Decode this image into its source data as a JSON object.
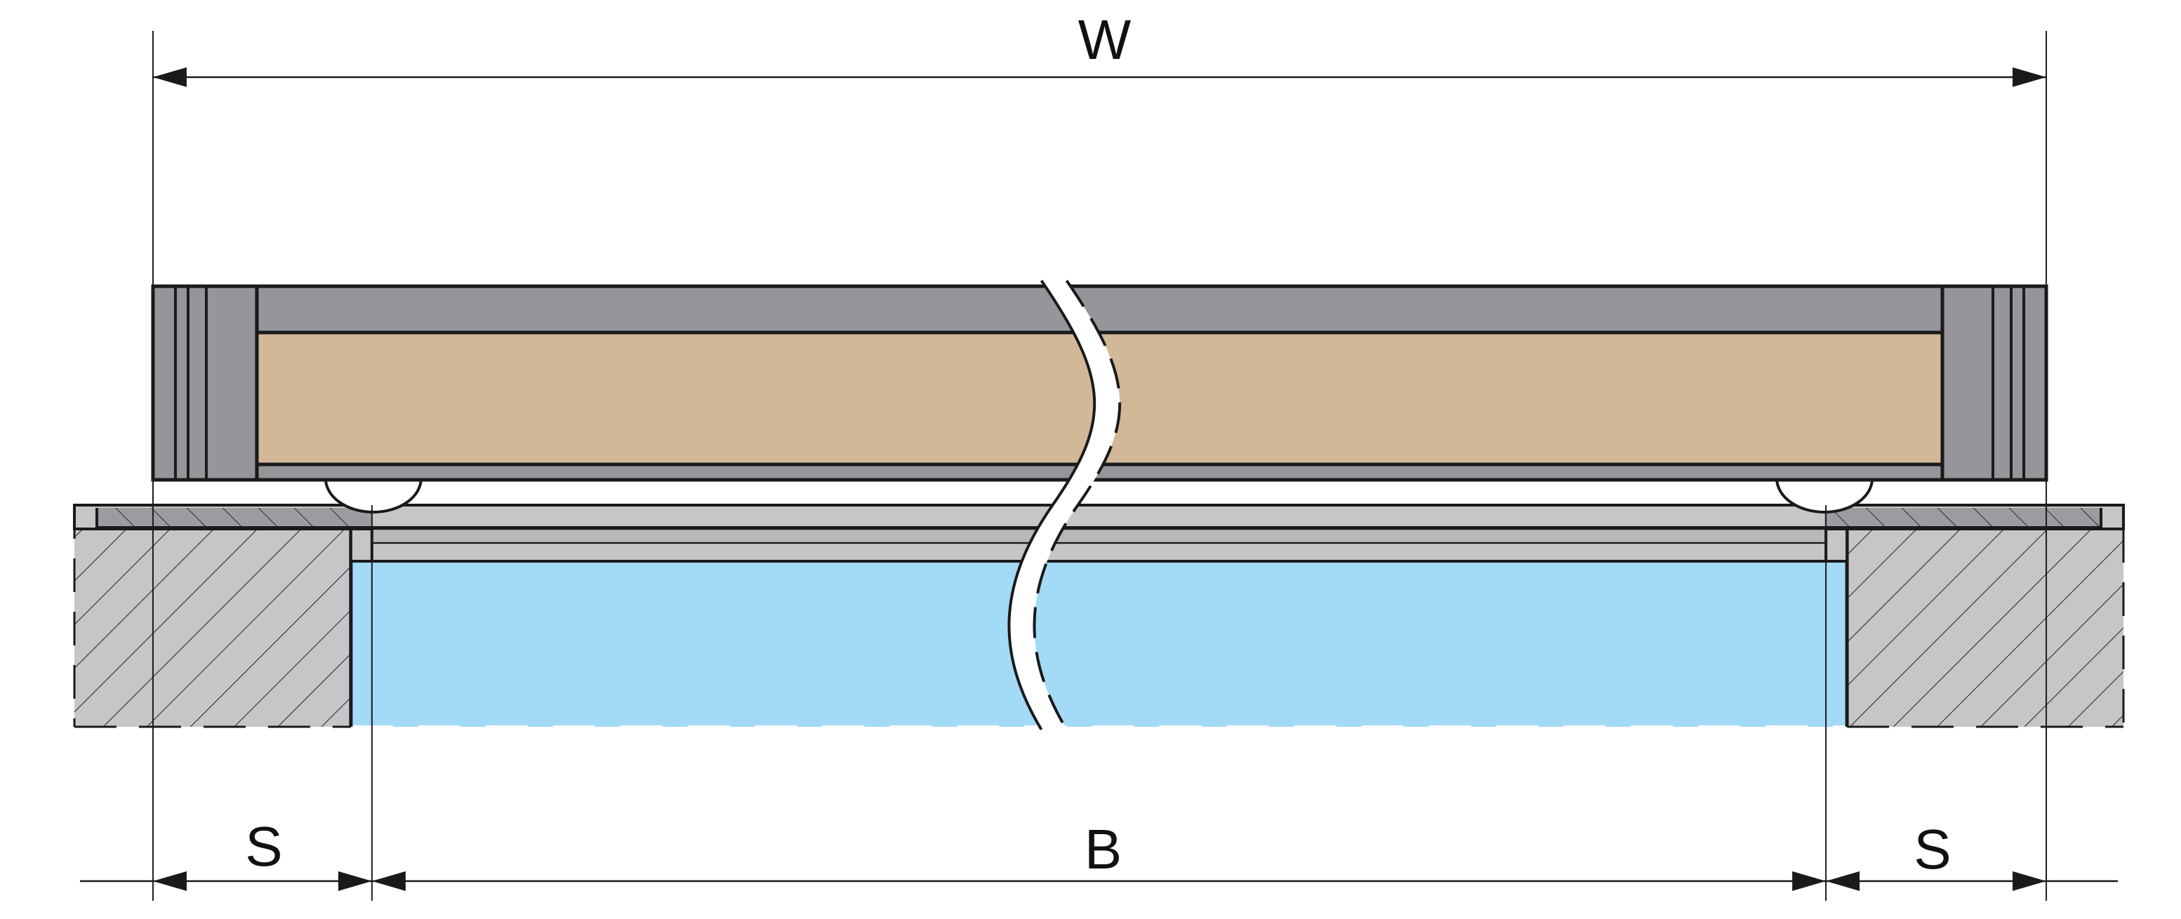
{
  "dimensions": {
    "w": "W",
    "b": "B",
    "s_left": "S",
    "s_right": "S"
  },
  "colors": {
    "frame": "#97959a",
    "panel": "#d2b798",
    "water": "#a3daf6",
    "deck": "#c6c6c8",
    "wall": "#c6c6c8",
    "line": "#1a1a1a"
  }
}
